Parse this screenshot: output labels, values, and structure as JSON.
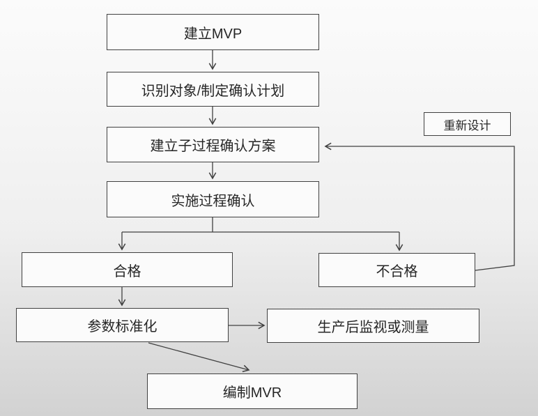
{
  "flowchart": {
    "title_hint": "process validation flowchart",
    "nodes": {
      "build_mvp": {
        "label": "建立MVP"
      },
      "identify_plan": {
        "label": "识别对象/制定确认计划"
      },
      "subprocess": {
        "label": "建立子过程确认方案"
      },
      "implement": {
        "label": "实施过程确认"
      },
      "qualified": {
        "label": "合格"
      },
      "unqualified": {
        "label": "不合格"
      },
      "param_std": {
        "label": "参数标准化"
      },
      "post_prod": {
        "label": "生产后监视或测量"
      },
      "compile_mvr": {
        "label": "编制MVR"
      },
      "redesign": {
        "label": "重新设计"
      }
    },
    "edges": [
      {
        "from": "build_mvp",
        "to": "identify_plan",
        "style": "arrow-down"
      },
      {
        "from": "identify_plan",
        "to": "subprocess",
        "style": "arrow-down"
      },
      {
        "from": "subprocess",
        "to": "implement",
        "style": "arrow-down"
      },
      {
        "from": "implement",
        "to": "qualified",
        "style": "elbow-branch-left"
      },
      {
        "from": "implement",
        "to": "unqualified",
        "style": "elbow-branch-right"
      },
      {
        "from": "qualified",
        "to": "param_std",
        "style": "arrow-down"
      },
      {
        "from": "param_std",
        "to": "post_prod",
        "style": "arrow-right"
      },
      {
        "from": "param_std",
        "to": "compile_mvr",
        "style": "arrow-diagonal"
      },
      {
        "from": "unqualified",
        "to": "subprocess",
        "style": "feedback-loop",
        "label_node": "redesign"
      }
    ],
    "colors": {
      "box_fill": "#fbfbfb",
      "box_border": "#404040",
      "line": "#404040",
      "text": "#262626",
      "background_top": "#fbfbfb",
      "background_bottom": "#d2d2d2"
    }
  }
}
